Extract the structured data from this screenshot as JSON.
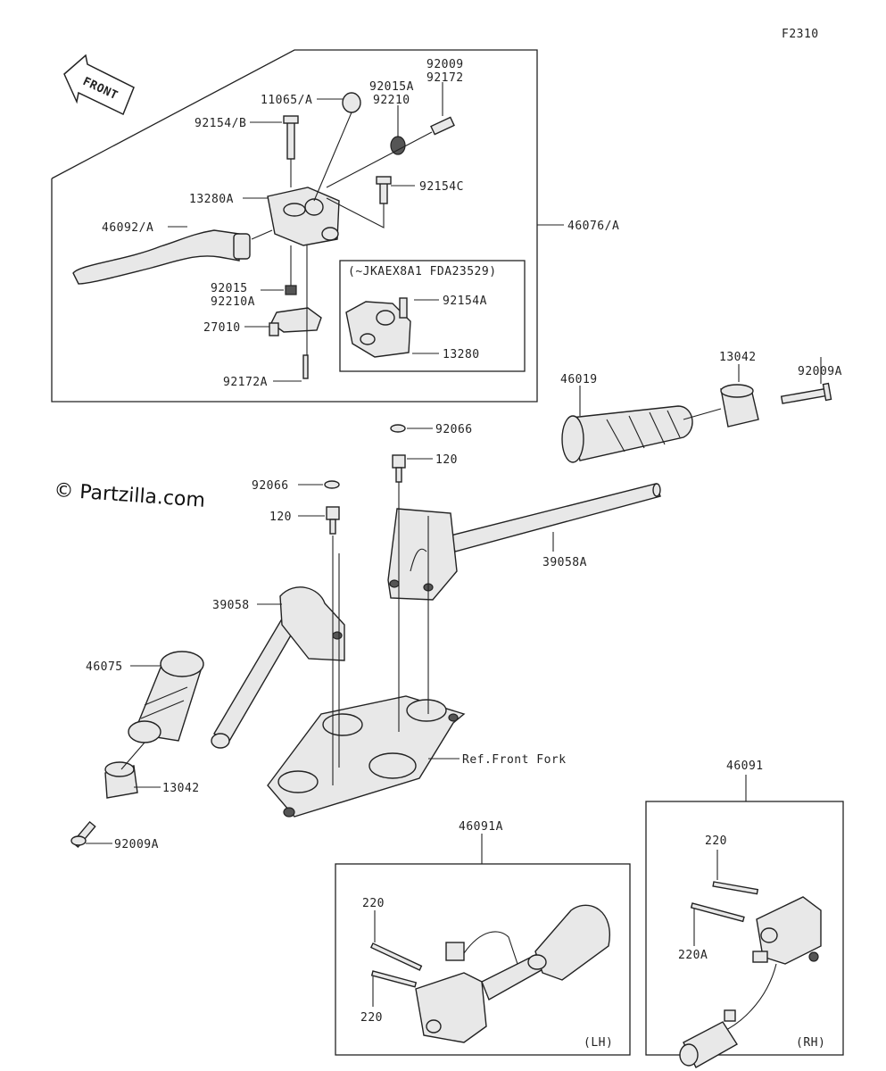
{
  "figure_code": "F2310",
  "watermark": "© Partzilla.com",
  "front_arrow_label": "FRONT",
  "callouts": {
    "l_92009": "92009",
    "l_92172": "92172",
    "l_11065A": "11065/A",
    "l_92015A": "92015A",
    "l_92210": "92210",
    "l_92154B": "92154/B",
    "l_92154C": "92154C",
    "l_13280A": "13280A",
    "l_46076A": "46076/A",
    "l_46092A": "46092/A",
    "l_variant": "(~JKAEX8A1 FDA23529)",
    "l_92154A": "92154A",
    "l_13280": "13280",
    "l_92015": "92015",
    "l_92210A": "92210A",
    "l_27010": "27010",
    "l_92172A": "92172A",
    "l_46019": "46019",
    "l_13042_top": "13042",
    "l_92009A_top": "92009A",
    "l_92066_top": "92066",
    "l_120_top": "120",
    "l_92066_mid": "92066",
    "l_120_mid": "120",
    "l_39058A": "39058A",
    "l_39058": "39058",
    "l_46075": "46075",
    "l_ref_front_fork": "Ref.Front Fork",
    "l_13042_bot": "13042",
    "l_92009A_bot": "92009A",
    "l_46091": "46091",
    "l_46091A": "46091A",
    "l_220_lh_top": "220",
    "l_220_lh_bot": "220",
    "l_lh": "(LH)",
    "l_220_rh": "220",
    "l_220A_rh": "220A",
    "l_rh": "(RH)"
  }
}
